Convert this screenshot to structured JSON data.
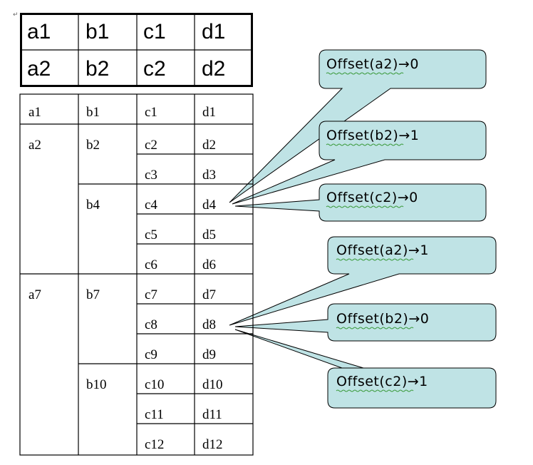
{
  "header_table": {
    "row1": [
      "a1",
      "b1",
      "c1",
      "d1"
    ],
    "row2": [
      "a2",
      "b2",
      "c2",
      "d2"
    ]
  },
  "detail_table": {
    "row1": [
      "a1",
      "b1",
      "c1",
      "d1"
    ],
    "a2": "a2",
    "b2": "b2",
    "c2": "c2",
    "d2": "d2",
    "c3": "c3",
    "d3": "d3",
    "b4": "b4",
    "c4": "c4",
    "d4": "d4",
    "c5": "c5",
    "d5": "d5",
    "c6": "c6",
    "d6": "d6",
    "a7": "a7",
    "b7": "b7",
    "c7": "c7",
    "d7": "d7",
    "c8": "c8",
    "d8": "d8",
    "c9": "c9",
    "d9": "d9",
    "b10": "b10",
    "c10": "c10",
    "d10": "d10",
    "c11": "c11",
    "d11": "d11",
    "c12": "c12",
    "d12": "d12"
  },
  "callouts": [
    {
      "text": "Offset(a2)→0"
    },
    {
      "text": "Offset(b2)→1"
    },
    {
      "text": "Offset(c2)→0"
    },
    {
      "text": "Offset(a2)→1"
    },
    {
      "text": "Offset(b2)→0"
    },
    {
      "text": "Offset(c2)→1"
    }
  ],
  "colors": {
    "callout_fill": "#bfe3e5",
    "callout_stroke": "#000000",
    "grid": "#000000",
    "spellcheck_underline": "#3a9a3a"
  },
  "paragraph_mark": "↵"
}
